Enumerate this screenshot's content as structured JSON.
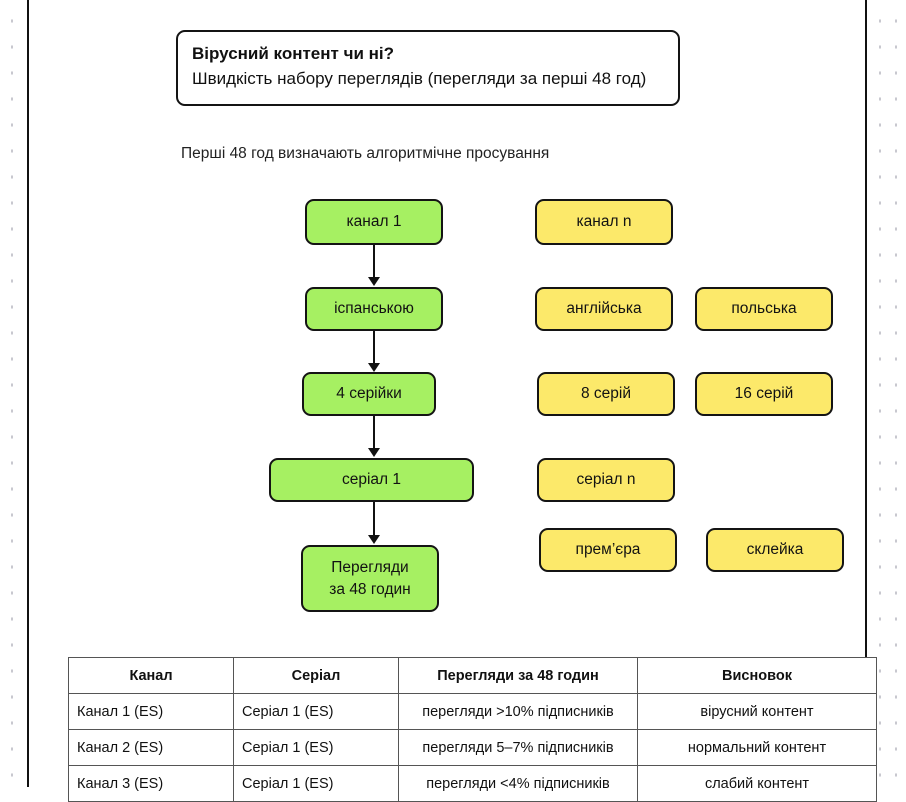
{
  "title_card": {
    "heading": "Вірусний контент чи ні?",
    "subheading": "Швидкість набору переглядів (перегляди за перші 48 год)"
  },
  "caption": "Перші 48 год визначають алгоритмічне просування",
  "colors": {
    "highlight_green": "#A6F062",
    "alternative_yellow": "#FCE96A",
    "metric_orange": "#E8843C",
    "outline": "#141414"
  },
  "flow": {
    "rows": [
      {
        "primary": "канал 1",
        "alternatives": [
          "канал n"
        ]
      },
      {
        "primary": "іспанською",
        "alternatives": [
          "англійська",
          "польська"
        ]
      },
      {
        "primary": "4 серійки",
        "alternatives": [
          "8 серій",
          "16 серій"
        ]
      },
      {
        "primary": "серіал 1",
        "alternatives": [
          "серіал n"
        ]
      },
      {
        "primary": "Перегляди\nза 48 годин",
        "alternatives": [
          "прем’єра",
          "склейка"
        ]
      }
    ]
  },
  "table": {
    "headers": [
      "Канал",
      "Серіал",
      "Перегляди за 48 годин",
      "Висновок"
    ],
    "rows": [
      {
        "channel": "Канал 1 (ES)",
        "series": "Серіал 1 (ES)",
        "views": "перегляди >10% підписників",
        "verdict": "вірусний контент"
      },
      {
        "channel": "Канал 2 (ES)",
        "series": "Серіал 1 (ES)",
        "views": "перегляди 5–7% підписників",
        "verdict": "нормальний контент"
      },
      {
        "channel": "Канал 3 (ES)",
        "series": "Серіал 1 (ES)",
        "views": "перегляди <4% підписників",
        "verdict": "слабий контент"
      }
    ]
  }
}
